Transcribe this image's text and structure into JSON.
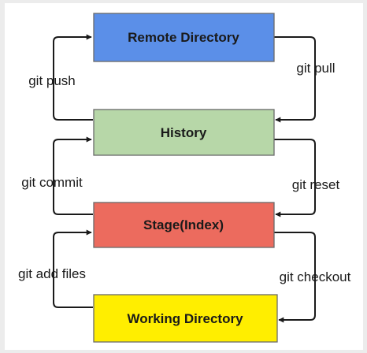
{
  "nodes": {
    "remote": {
      "label": "Remote Directory",
      "color": "#5b8fe8"
    },
    "history": {
      "label": "History",
      "color": "#b7d7a8"
    },
    "stage": {
      "label": "Stage(Index)",
      "color": "#ec6b5e"
    },
    "working": {
      "label": "Working Directory",
      "color": "#ffee00"
    }
  },
  "commands": {
    "push": "git push",
    "pull": "git pull",
    "commit": "git commit",
    "reset": "git reset",
    "add": "git add files",
    "checkout": "git checkout"
  }
}
